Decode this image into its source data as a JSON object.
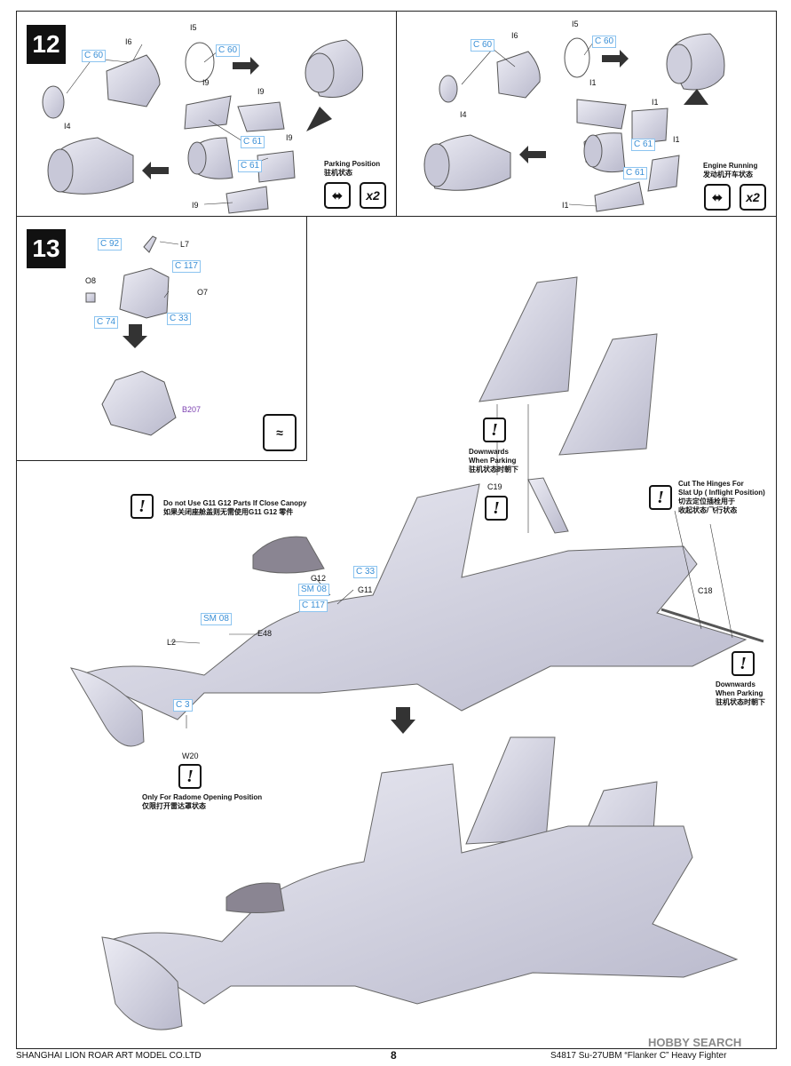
{
  "step12": {
    "number": "12",
    "left": {
      "labels": {
        "c60a": "C 60",
        "i6": "I6",
        "i5": "I5",
        "c60b": "C 60",
        "i4": "I4",
        "i9a": "I9",
        "i9b": "I9",
        "c61a": "C 61",
        "i9c": "I9",
        "c61b": "C 61",
        "i9d": "I9"
      },
      "badge_title": "Parking Position",
      "badge_cn": "驻机状态",
      "count": "x2"
    },
    "right": {
      "labels": {
        "c60a": "C 60",
        "i6": "I6",
        "i5": "I5",
        "c60b": "C 60",
        "i4": "I4",
        "i1a": "I1",
        "i1b": "I1",
        "c61a": "C 61",
        "i1c": "I1",
        "c61b": "C 61",
        "i1d": "I1"
      },
      "badge_title": "Engine Running",
      "badge_cn": "发动机开车状态",
      "count": "x2"
    }
  },
  "step13": {
    "number": "13",
    "labels": {
      "c92": "C 92",
      "l7": "L7",
      "c117": "C 117",
      "o8": "O8",
      "o7": "O7",
      "c74": "C 74",
      "c33": "C 33",
      "b207": "B207"
    }
  },
  "main": {
    "labels": {
      "c19": "C19",
      "c18": "C18",
      "g12": "G12",
      "c33": "C 33",
      "sm08a": "SM 08",
      "g11": "G11",
      "c117": "C 117",
      "sm08b": "SM 08",
      "e48": "E48",
      "l2": "L2",
      "c3": "C 3",
      "w20": "W20"
    },
    "notes": {
      "downwards1_en1": "Downwards",
      "downwards1_en2": "When Parking",
      "downwards1_cn": "驻机状态时朝下",
      "canopy_en": "Do not Use G11 G12 Parts If Close Canopy",
      "canopy_cn": "如果关闭座舱盖则无需使用G11 G12 零件",
      "slat_en1": "Cut The Hinges For",
      "slat_en2": "Slat Up ( Inflight Position)",
      "slat_cn1": "切去定位插栓用于",
      "slat_cn2": "收起状态/飞行状态",
      "downwards2_en1": "Downwards",
      "downwards2_en2": "When Parking",
      "downwards2_cn": "驻机状态时朝下",
      "radome_en": "Only For Radome Opening Position",
      "radome_cn": "仅限打开雷达罩状态"
    }
  },
  "footer": {
    "company": "SHANGHAI LION ROAR ART MODEL CO.LTD",
    "page": "8",
    "product": "S4817   Su-27UBM  “Flanker C”  Heavy  Fighter",
    "watermark": "HOBBY SEARCH"
  },
  "colors": {
    "part": "#d6d6e4",
    "outline": "#555",
    "callout": "#3a8fd6",
    "ink": "#111"
  }
}
